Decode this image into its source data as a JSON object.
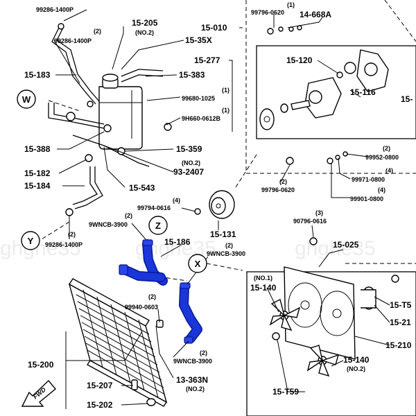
{
  "watermark": "ghghe35",
  "callouts": [
    "W",
    "Y",
    "Z",
    "X"
  ],
  "fwd_label": "FWD",
  "hose_color": "#1a35d8",
  "labels": {
    "p99286_1400p_top": "99286-1400P",
    "p15_205": "15-205",
    "p15_205_no": "(NO.2)",
    "p15_35x": "15-35X",
    "p15_010": "15-010",
    "p99796_0620_top_q": "(1)",
    "p99796_0620_top": "99796-0620",
    "p14_668a": "14-668A",
    "p99286_1400p_mid_q": "(2)",
    "p99286_1400p_mid": "99286-1400P",
    "p15_277": "15-277",
    "p15_120": "15-120",
    "p15_183": "15-183",
    "p15_383": "15-383",
    "p15_116": "15-116",
    "p15_right": "15-",
    "p99680_1025_q": "(1)",
    "p99680_1025": "99680-1025",
    "p9h660_q": "(1)",
    "p9h660": "9H660-0612B",
    "p15_388": "15-388",
    "p15_359": "15-359",
    "p99952_q": "(2)",
    "p99952": "99952-0800",
    "p93_2407_q": "(NO.2)",
    "p93_2407": "93-2407",
    "p15_182": "15-182",
    "p99971_q": "(4)",
    "p99971": "99971-0800",
    "p99796_0620_bot_q": "(2)",
    "p99796_0620_bot": "99796-0620",
    "p15_184": "15-184",
    "p15_543": "15-543",
    "p99901_q": "(4)",
    "p99901": "99901-0800",
    "p99794_q": "(4)",
    "p99794": "99794-0616",
    "p9wncb_top_q": "(2)",
    "p9wncb_top": "9WNCB-3900",
    "p90796_q": "(3)",
    "p90796": "90796-0616",
    "p15_131": "15-131",
    "p99286_1400p_bot_q": "(2)",
    "p99286_1400p_bot": "99286-1400P",
    "p15_186": "15-186",
    "p9wncb_mid_q": "(2)",
    "p9wncb_mid": "9WNCB-3900",
    "p15_025": "15-025",
    "p15_140_top_q": "(NO.1)",
    "p15_140_top": "15-140",
    "p15_t5": "15-T5",
    "p99940_q": "(2)",
    "p99940": "99940-0603",
    "p15_210_a": "15-21",
    "p15_200": "15-200",
    "p15_210_b": "15-210",
    "p9wncb_bot_q": "(2)",
    "p9wncb_bot": "9WNCB-3900",
    "p15_140_bot": "15-140",
    "p15_140_bot_q": "(NO.2)",
    "p13_363n": "13-363N",
    "p13_363n_q": "(NO.2)",
    "p15_207": "15-207",
    "p15_t59": "15-T59",
    "p15_202": "15-202"
  }
}
